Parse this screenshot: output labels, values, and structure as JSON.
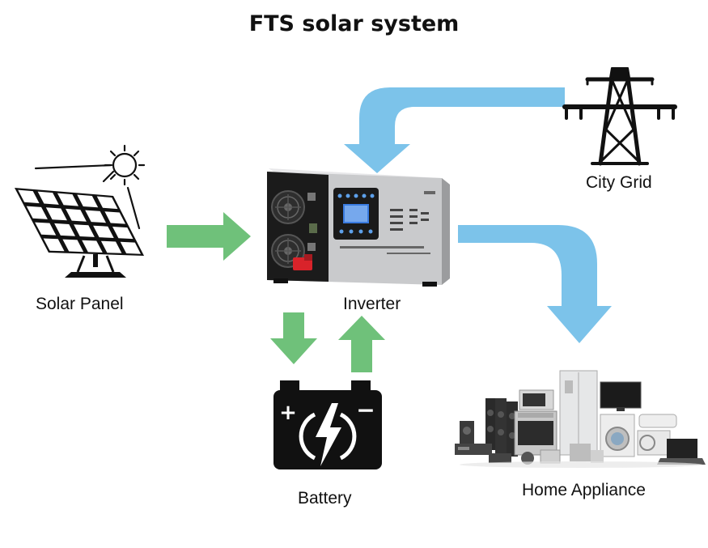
{
  "title": "FTS solar system",
  "nodes": {
    "solar_panel": "Solar Panel",
    "inverter": "Inverter",
    "city_grid": "City Grid",
    "battery": "Battery",
    "home_appliance": "Home Appliance"
  },
  "colors": {
    "flow_arrow_green": "#6fc17a",
    "flow_arrow_blue": "#7cc3ea",
    "icon_black": "#111111",
    "inverter_body": "#c8c9cb",
    "inverter_panel": "#1a1a1a",
    "inverter_lcd": "#3a7be0",
    "inverter_terminal": "#d9232a"
  },
  "icons": [
    "sun-icon",
    "solar-panel-icon",
    "power-tower-icon",
    "battery-icon",
    "lightning-icon"
  ]
}
